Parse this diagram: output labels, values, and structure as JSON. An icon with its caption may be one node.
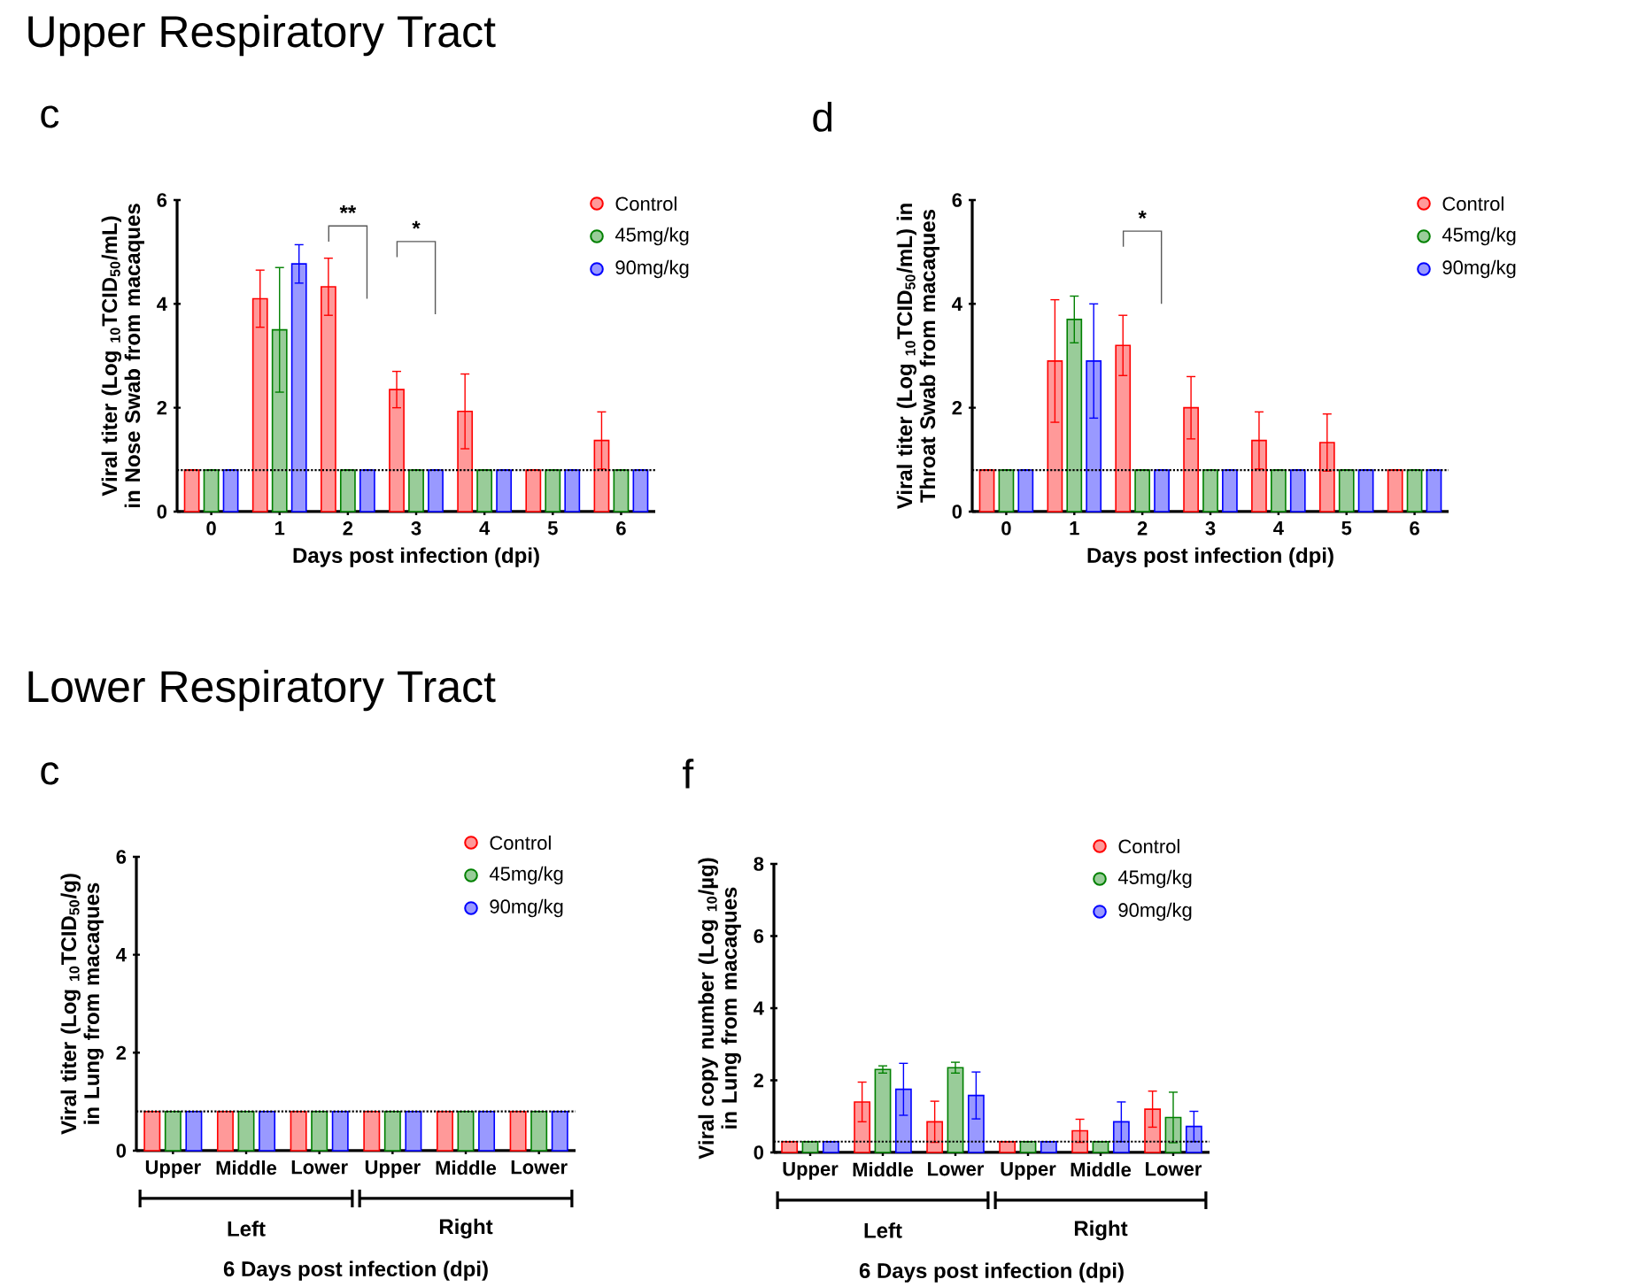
{
  "diagram": {
    "labels": [
      "Upper Respiratory Tract",
      "c",
      "d",
      "Lower Respiratory Tract",
      "c",
      "f",
      "Left",
      "Right",
      "Left",
      "Right"
    ],
    "chart_data": [
      {
        "type": "bar",
        "xlabel": "Days post infection (dpi)",
        "ylabel": "Viral titer (Log $_{10}$TCID$_{50}$/mL) in Nose Swab from macaques",
        "categories": [
          "0",
          "1",
          "2",
          "3",
          "4",
          "5",
          "6"
        ],
        "ylim": [
          0,
          6
        ],
        "yticks": [
          0,
          2,
          4,
          6
        ],
        "series": [
          {
            "name": "Control",
            "color": "#ff0000",
            "values": [
              0.8,
              4.1,
              4.33,
              2.35,
              1.93,
              0.8,
              1.37
            ],
            "errors": [
              0,
              0.55,
              0.55,
              0.35,
              0.72,
              0,
              0.55
            ]
          },
          {
            "name": "45mg/kg",
            "color": "#008000",
            "values": [
              0.8,
              3.5,
              0.8,
              0.8,
              0.8,
              0.8,
              0.8
            ],
            "errors": [
              0,
              1.2,
              0,
              0,
              0,
              0,
              0
            ]
          },
          {
            "name": "90mg/kg",
            "color": "#0000ff",
            "values": [
              0.8,
              4.77,
              0.8,
              0.8,
              0.8,
              0.8,
              0.8
            ],
            "errors": [
              0,
              0.37,
              0,
              0,
              0,
              0,
              0
            ]
          }
        ],
        "ref_lines": [
          {
            "axis": "y",
            "value": 0.8
          }
        ],
        "legend": "upper right",
        "annotations": [
          "**",
          "*"
        ]
      },
      {
        "type": "bar",
        "xlabel": "Days post infection (dpi)",
        "ylabel": "Viral titer (Log $_{10}$TCID$_{50}$/mL) in Throat Swab from macaques",
        "categories": [
          "0",
          "1",
          "2",
          "3",
          "4",
          "5",
          "6"
        ],
        "ylim": [
          0,
          6
        ],
        "yticks": [
          0,
          2,
          4,
          6
        ],
        "series": [
          {
            "name": "Control",
            "color": "#ff0000",
            "values": [
              0.8,
              2.9,
              3.2,
              2.0,
              1.37,
              1.33,
              0.8
            ],
            "errors": [
              0,
              1.18,
              0.58,
              0.6,
              0.55,
              0.55,
              0
            ]
          },
          {
            "name": "45mg/kg",
            "color": "#008000",
            "values": [
              0.8,
              3.7,
              0.8,
              0.8,
              0.8,
              0.8,
              0.8
            ],
            "errors": [
              0,
              0.45,
              0,
              0,
              0,
              0,
              0
            ]
          },
          {
            "name": "90mg/kg",
            "color": "#0000ff",
            "values": [
              0.8,
              2.9,
              0.8,
              0.8,
              0.8,
              0.8,
              0.8
            ],
            "errors": [
              0,
              1.1,
              0,
              0,
              0,
              0,
              0
            ]
          }
        ],
        "ref_lines": [
          {
            "axis": "y",
            "value": 0.8
          }
        ],
        "legend": "upper right",
        "annotations": [
          "*"
        ]
      },
      {
        "type": "bar",
        "xlabel": "6 Days post infection (dpi)",
        "ylabel": "Viral titer (Log $_{10}$TCID$_{50}$/g) in Lung from macaques",
        "categories": [
          "Upper",
          "Middle",
          "Lower",
          "Upper",
          "Middle",
          "Lower"
        ],
        "ylim": [
          0,
          6
        ],
        "yticks": [
          0,
          2,
          4,
          6
        ],
        "series": [
          {
            "name": "Control",
            "color": "#ff0000",
            "values": [
              0.8,
              0.8,
              0.8,
              0.8,
              0.8,
              0.8
            ]
          },
          {
            "name": "45mg/kg",
            "color": "#008000",
            "values": [
              0.8,
              0.8,
              0.8,
              0.8,
              0.8,
              0.8
            ]
          },
          {
            "name": "90mg/kg",
            "color": "#0000ff",
            "values": [
              0.8,
              0.8,
              0.8,
              0.8,
              0.8,
              0.8
            ]
          }
        ],
        "ref_lines": [
          {
            "axis": "y",
            "value": 0.8
          }
        ],
        "legend": "upper right"
      },
      {
        "type": "bar",
        "xlabel": "6 Days post infection (dpi)",
        "ylabel": "Viral copy number (Log $_{10}$/µg) in Lung from macaques",
        "categories": [
          "Upper",
          "Middle",
          "Lower",
          "Upper",
          "Middle",
          "Lower"
        ],
        "ylim": [
          0,
          8
        ],
        "yticks": [
          0,
          2,
          4,
          6,
          8
        ],
        "series": [
          {
            "name": "Control",
            "color": "#ff0000",
            "values": [
              0.3,
              1.4,
              0.85,
              0.3,
              0.6,
              1.2
            ],
            "errors": [
              0,
              0.55,
              0.57,
              0,
              0.32,
              0.5
            ]
          },
          {
            "name": "45mg/kg",
            "color": "#008000",
            "values": [
              0.3,
              2.3,
              2.35,
              0.3,
              0.3,
              0.97
            ],
            "errors": [
              0,
              0.1,
              0.15,
              0,
              0,
              0.7
            ]
          },
          {
            "name": "90mg/kg",
            "color": "#0000ff",
            "values": [
              0.3,
              1.75,
              1.58,
              0.3,
              0.85,
              0.72
            ],
            "errors": [
              0,
              0.72,
              0.65,
              0,
              0.55,
              0.42
            ]
          }
        ],
        "ref_lines": [
          {
            "axis": "y",
            "value": 0.3
          }
        ],
        "legend": "upper right"
      }
    ]
  }
}
